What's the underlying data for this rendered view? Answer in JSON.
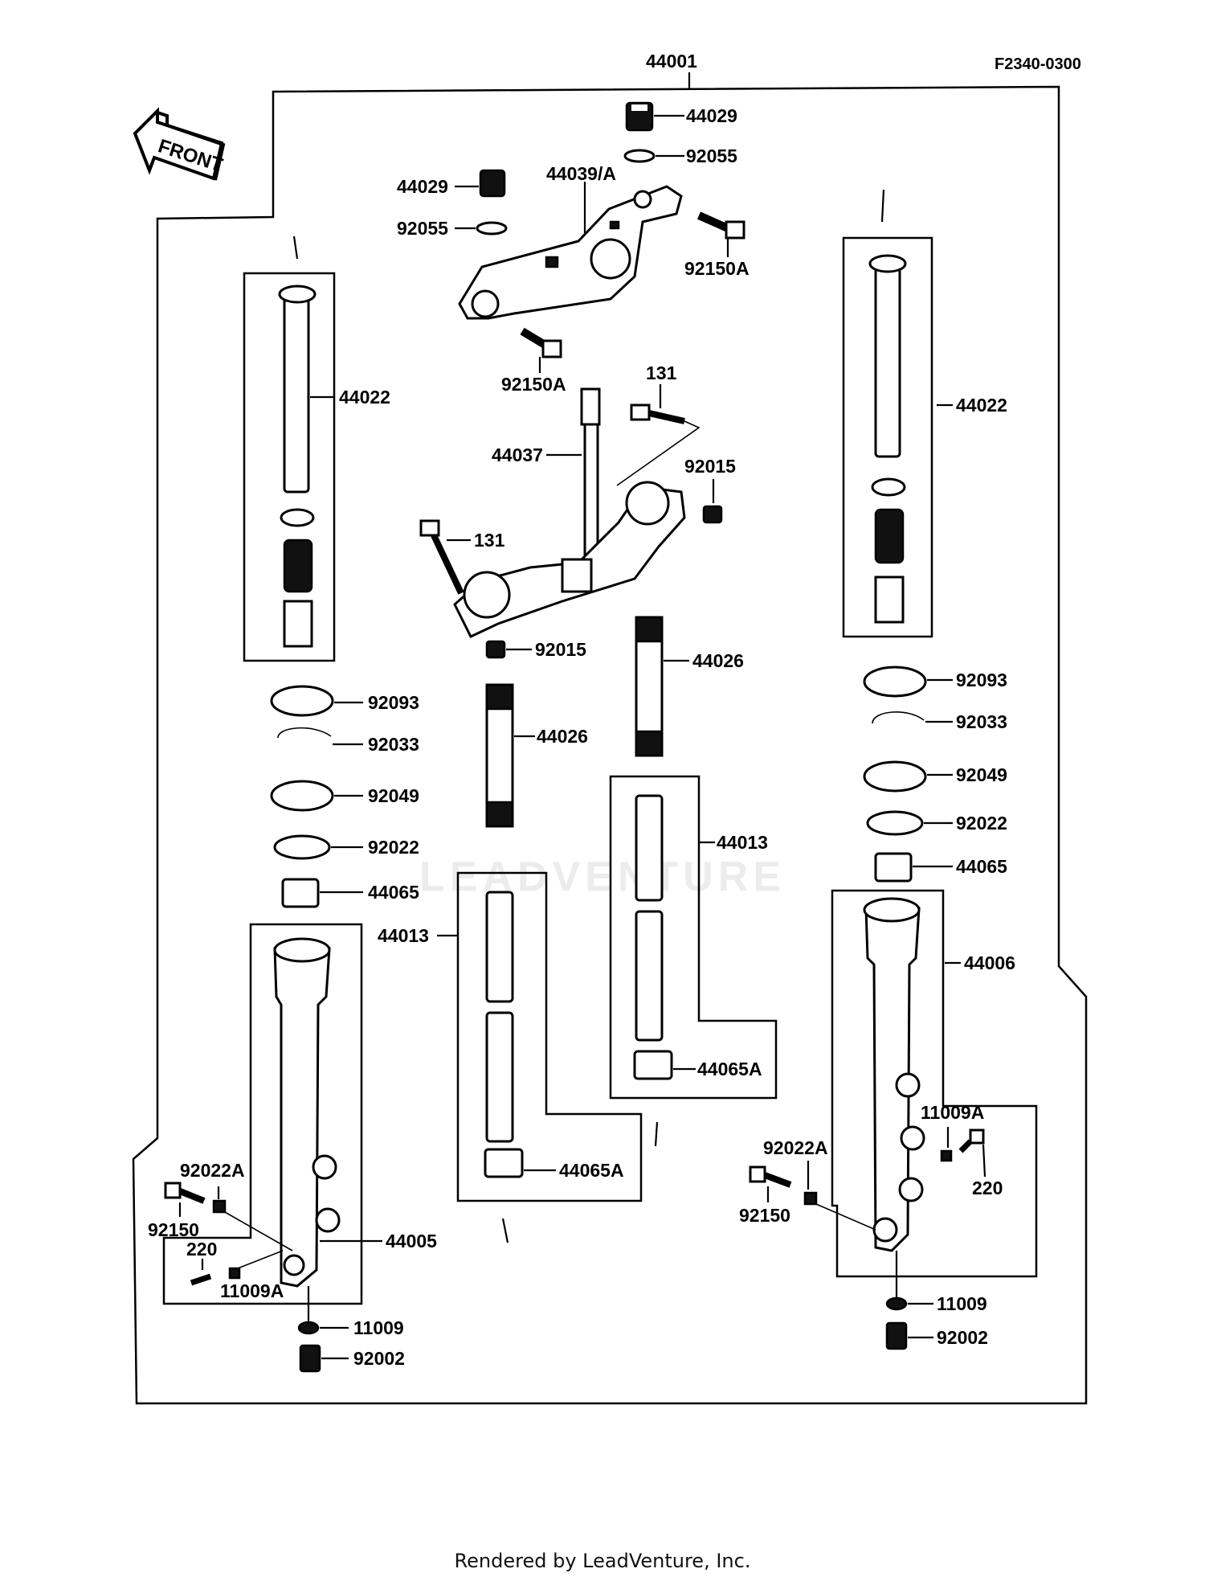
{
  "diagram": {
    "code": "F2340-0300",
    "front_label": "FRONT",
    "assembly": "44001",
    "watermark": "LEADVENTURE",
    "footer": "Rendered by LeadVenture, Inc."
  },
  "labels": {
    "p44029_top": "44029",
    "p92055_top": "92055",
    "p44029_left": "44029",
    "p44039": "44039/A",
    "p92055_left": "92055",
    "p92150A_right": "92150A",
    "p92150A_mid": "92150A",
    "p131_top": "131",
    "p44037": "44037",
    "p92015_top": "92015",
    "p131_left": "131",
    "p92015_low": "92015",
    "p44022_left": "44022",
    "p44022_right": "44022",
    "p44026_right": "44026",
    "p44026_left": "44026",
    "p92093_left": "92093",
    "p92033_left": "92033",
    "p92049_left": "92049",
    "p92022_left": "92022",
    "p44065_left": "44065",
    "p92093_right": "92093",
    "p92033_right": "92033",
    "p92049_right": "92049",
    "p92022_right": "92022",
    "p44065_right": "44065",
    "p44013_right": "44013",
    "p44013_left": "44013",
    "p44065A_right": "44065A",
    "p44065A_left": "44065A",
    "p44006": "44006",
    "p44005": "44005",
    "p11009A_right": "11009A",
    "p92022A_right": "92022A",
    "p220_right": "220",
    "p92150_right": "92150",
    "p11009_right": "11009",
    "p92002_right": "92002",
    "p92022A_left": "92022A",
    "p92150_left": "92150",
    "p220_left": "220",
    "p11009A_left": "11009A",
    "p11009_left": "11009",
    "p92002_left": "92002"
  }
}
